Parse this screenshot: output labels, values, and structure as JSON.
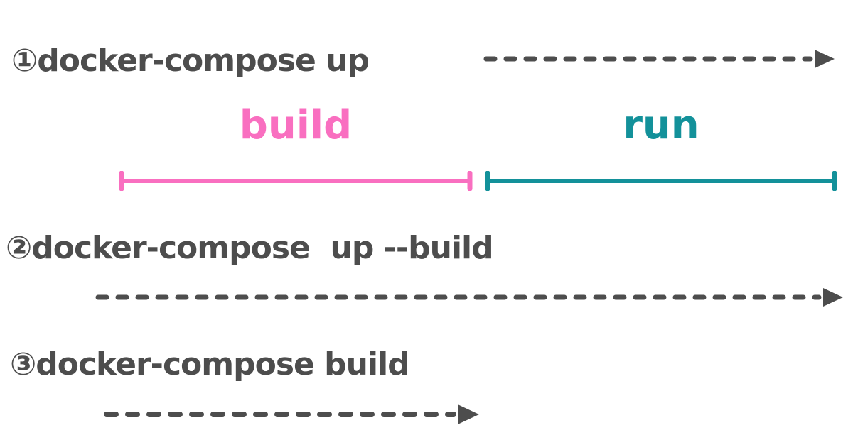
{
  "diagram": {
    "commands": [
      {
        "label": "①docker-compose up"
      },
      {
        "label": "②docker-compose  up --build"
      },
      {
        "label": "③docker-compose build"
      }
    ],
    "phases": [
      {
        "label": "build",
        "color": "#f96fc0"
      },
      {
        "label": "run",
        "color": "#13919a"
      }
    ],
    "colors": {
      "text": "#4d4d4d",
      "arrow": "#4d4d4d",
      "build_line": "#f96fc0",
      "run_line": "#13919a"
    }
  }
}
